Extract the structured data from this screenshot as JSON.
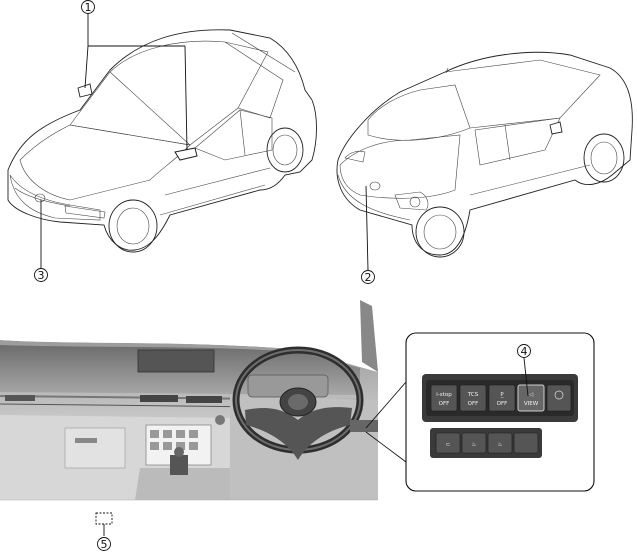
{
  "callouts": [
    "1",
    "2",
    "3",
    "4",
    "5"
  ],
  "switch_panel": {
    "top_row": [
      {
        "icon": "i-stop-off-icon",
        "label": "OFF"
      },
      {
        "icon": "tcs-off-icon",
        "label": "OFF"
      },
      {
        "icon": "parking-sensor-off-icon",
        "label": "OFF"
      },
      {
        "icon": "camera-view-icon",
        "label": "VIEW"
      },
      {
        "icon": "hazard-icon",
        "label": ""
      }
    ],
    "bottom_row": [
      {
        "icon": "usb-icon"
      },
      {
        "icon": "seat-heater-left-icon"
      },
      {
        "icon": "seat-heater-right-icon"
      },
      {
        "icon": "blank-switch-icon"
      }
    ]
  },
  "colors": {
    "line": "#222222",
    "panel_bg": "#3a3a3a",
    "button": "#555555",
    "highlight": "#cfcfcf"
  }
}
